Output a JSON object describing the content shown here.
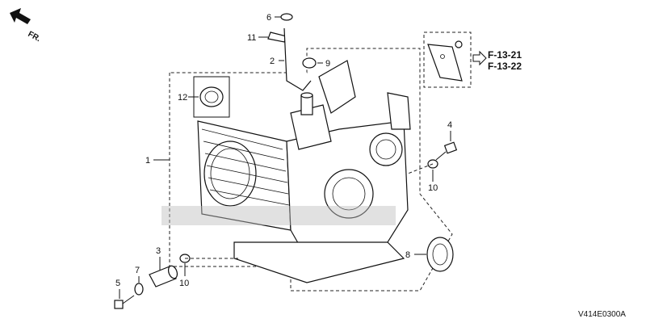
{
  "direction_label": "FR.",
  "callouts": {
    "c1": "1",
    "c2": "2",
    "c3": "3",
    "c4": "4",
    "c5": "5",
    "c6": "6",
    "c7": "7",
    "c8": "8",
    "c9": "9",
    "c10a": "10",
    "c10b": "10",
    "c11": "11",
    "c12": "12"
  },
  "references": [
    "F-13-21",
    "F-13-22"
  ],
  "diagram_code": "V414E0300A"
}
